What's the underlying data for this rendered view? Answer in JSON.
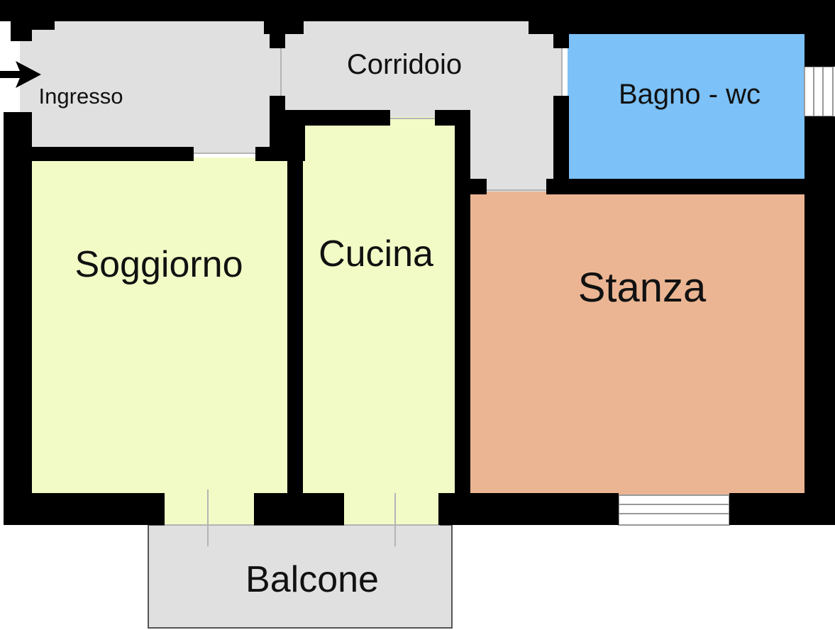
{
  "rooms": {
    "ingresso": {
      "label": "Ingresso",
      "color": "#e0e0e0"
    },
    "corridoio": {
      "label": "Corridoio",
      "color": "#e0e0e0"
    },
    "bagno": {
      "label": "Bagno - wc",
      "color": "#7cc1f7"
    },
    "soggiorno": {
      "label": "Soggiorno",
      "color": "#f2fbc6"
    },
    "cucina": {
      "label": "Cucina",
      "color": "#f2fbc6"
    },
    "stanza": {
      "label": "Stanza",
      "color": "#ebb593"
    },
    "balcone": {
      "label": "Balcone",
      "color": "#e0e0e0"
    }
  },
  "colors": {
    "wall": "#000000",
    "partition": "#b4b4b4"
  },
  "icons": {
    "entrance": "arrow-right-icon"
  }
}
